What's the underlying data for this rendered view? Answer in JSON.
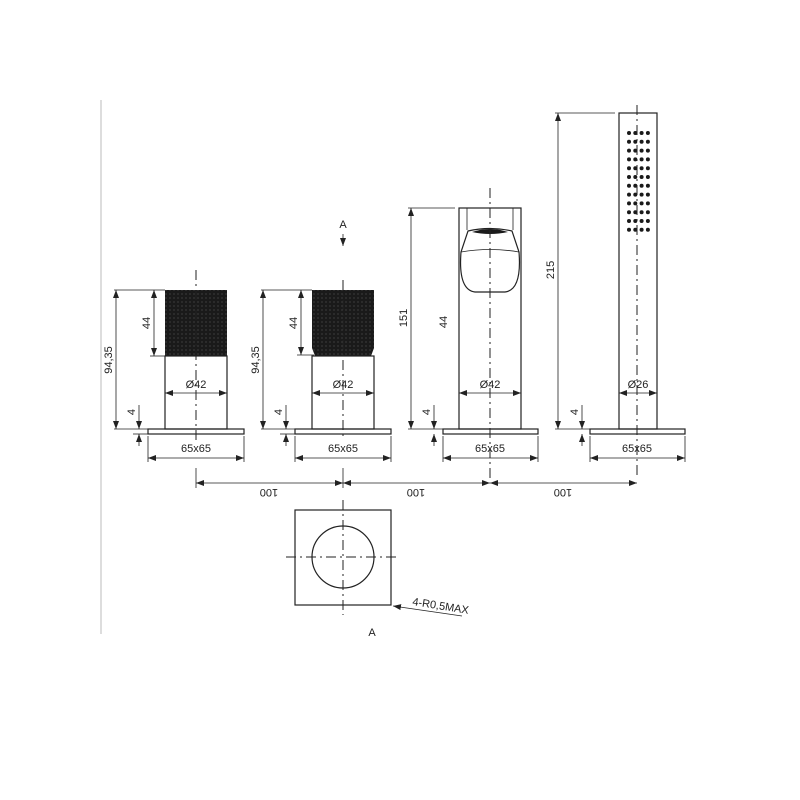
{
  "drawing": {
    "components": [
      {
        "name": "mixer-handle-1",
        "height": "94,35",
        "handle": "44",
        "base_thickness": "4",
        "diameter": "Ø42",
        "base": "65x65"
      },
      {
        "name": "mixer-handle-2",
        "height": "94,35",
        "handle": "44",
        "base_thickness": "4",
        "diameter": "Ø42",
        "base": "65x65"
      },
      {
        "name": "spout",
        "height": "151",
        "spout_height": "44",
        "base_thickness": "4",
        "diameter": "Ø42",
        "base": "65x65"
      },
      {
        "name": "hand-shower",
        "height": "215",
        "base_thickness": "4",
        "diameter": "Ø26",
        "base": "65x65"
      }
    ],
    "spacing": [
      "100",
      "100",
      "100"
    ],
    "view_label": "A",
    "detail": {
      "label": "A",
      "note": "4-R0,5MAX"
    }
  },
  "colors": {
    "line": "#222222",
    "handle": "#1a1a1a"
  }
}
